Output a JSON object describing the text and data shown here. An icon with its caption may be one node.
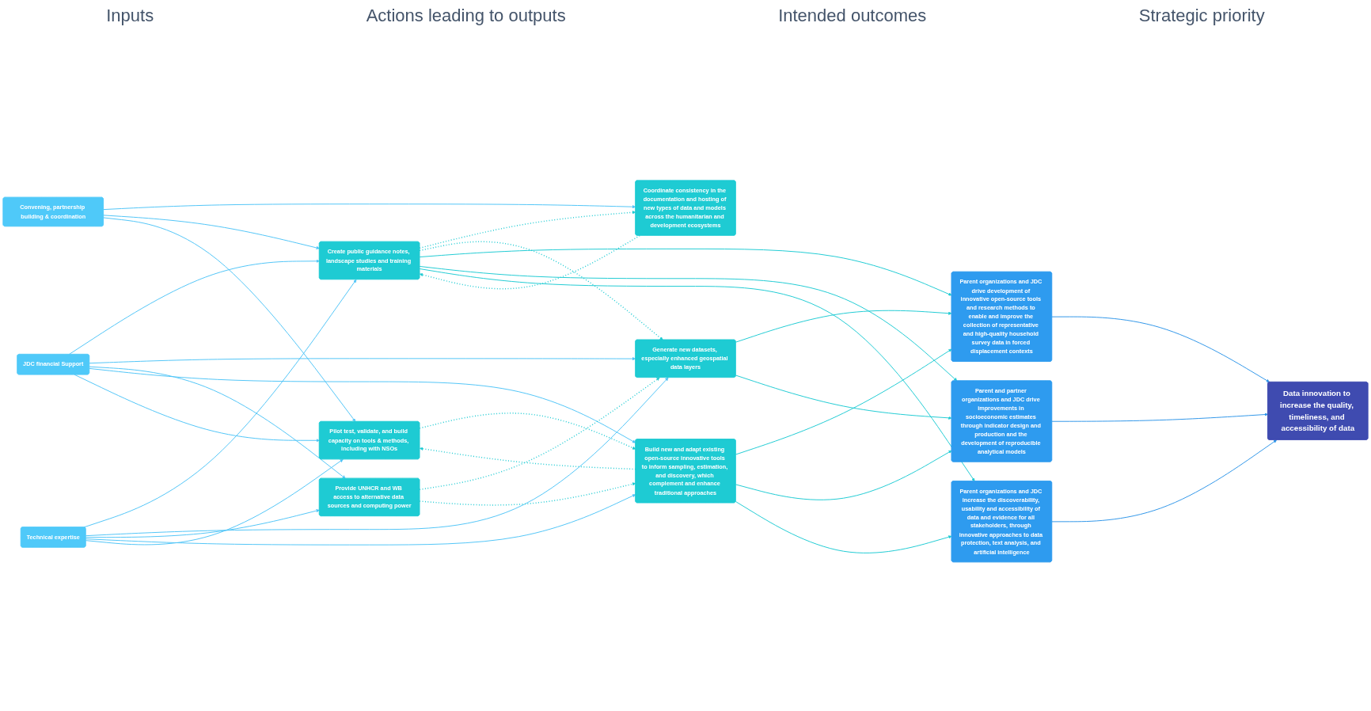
{
  "diagram": {
    "nodes": [
      {
        "text": [
          "Convening, partnership building & coordination"
        ]
      },
      {
        "text": [
          "JDC financial Support"
        ]
      },
      {
        "text": [
          "Technical expertise"
        ]
      },
      {
        "text": [
          "Coordinate consistency in the documentation and hosting of new types of data and models across the humanitarian and development ecosystems"
        ]
      },
      {
        "text": [
          "Create public guidance notes, landscape studies and training materials"
        ]
      },
      {
        "text": [
          "Generate new datasets, especially enhanced geospatial data layers"
        ]
      },
      {
        "text": [
          "Provide UNHCR and WB access to alternative data sources and computing power"
        ]
      },
      {
        "text": [
          "Build new and adapt existing open-source innovative tools to inform sampling, estimation, and discovery, which complement and enhance traditional approaches"
        ]
      },
      {
        "text": [
          "Pilot test, validate, and build capacity on tools & methods, including with NSOs"
        ]
      },
      {
        "text": [
          "Parent organizations and JDC drive development of innovative open-source tools and research methods to enable and improve the collection of representative and high-quality household survey data in forced displacement contexts"
        ]
      },
      {
        "text": [
          "Parent and partner organizations and JDC drive improvements in socioeconomic estimates through indicator design and production and the development of reproducible analytical models"
        ]
      },
      {
        "text": [
          "Parent organizations and JDC increase the discoverability, usability and accessibility of data and evidence for all stakeholders, through innovative approaches to data protection, text analysis, and artificial intelligence"
        ]
      },
      {
        "text": [
          "Data innovation to increase the quality, timeliness, and accessibility of data"
        ]
      }
    ],
    "edges": [
      {
        "from": 0,
        "to": 3,
        "arrow": "to"
      },
      {
        "from": 0,
        "to": 4,
        "arrow": "to"
      },
      {
        "from": 0,
        "to": 8,
        "arrow": "to"
      },
      {
        "from": 1,
        "to": 4,
        "arrow": "to"
      },
      {
        "from": 1,
        "to": 5,
        "arrow": "to"
      },
      {
        "from": 1,
        "to": 6,
        "arrow": "to"
      },
      {
        "from": 1,
        "to": 7,
        "arrow": "to"
      },
      {
        "from": 1,
        "to": 8,
        "arrow": "to"
      },
      {
        "from": 2,
        "to": 4,
        "arrow": "to"
      },
      {
        "from": 2,
        "to": 5,
        "arrow": "to"
      },
      {
        "from": 2,
        "to": 6,
        "arrow": "to"
      },
      {
        "from": 2,
        "to": 7,
        "arrow": "to"
      },
      {
        "from": 2,
        "to": 8,
        "arrow": "to"
      },
      {
        "from": 3,
        "to": 4,
        "arrow": "to",
        "style": "dashed",
        "color": "#1ecbd3"
      },
      {
        "from": 4,
        "to": 3,
        "arrow": "to",
        "style": "dashed",
        "color": "#1ecbd3"
      },
      {
        "from": 4,
        "to": 5,
        "arrow": "to",
        "style": "dashed",
        "color": "#1ecbd3"
      },
      {
        "from": 6,
        "to": 5,
        "arrow": "to",
        "style": "dashed",
        "color": "#1ecbd3"
      },
      {
        "from": 6,
        "to": 7,
        "arrow": "to",
        "style": "dashed",
        "color": "#1ecbd3"
      },
      {
        "from": 7,
        "to": 8,
        "arrow": "to",
        "style": "dashed",
        "color": "#1ecbd3"
      },
      {
        "from": 8,
        "to": 7,
        "arrow": "to",
        "style": "dashed",
        "color": "#1ecbd3"
      },
      {
        "from": 4,
        "to": 9,
        "arrow": "to",
        "color": "#1ecbd3"
      },
      {
        "from": 4,
        "to": 10,
        "arrow": "to",
        "color": "#1ecbd3"
      },
      {
        "from": 4,
        "to": 11,
        "arrow": "to",
        "color": "#1ecbd3"
      },
      {
        "from": 5,
        "to": 9,
        "arrow": "to",
        "color": "#1ecbd3"
      },
      {
        "from": 5,
        "to": 10,
        "arrow": "to",
        "color": "#1ecbd3"
      },
      {
        "from": 7,
        "to": 9,
        "arrow": "to",
        "color": "#1ecbd3"
      },
      {
        "from": 7,
        "to": 10,
        "arrow": "to",
        "color": "#1ecbd3"
      },
      {
        "from": 7,
        "to": 11,
        "arrow": "to",
        "color": "#1ecbd3"
      },
      {
        "from": 9,
        "to": 12,
        "arrow": "to",
        "color": "#2e95e8"
      },
      {
        "from": 10,
        "to": 12,
        "arrow": "to",
        "color": "#2e95e8"
      },
      {
        "from": 11,
        "to": 12,
        "arrow": "to",
        "color": "#2e95e8"
      }
    ],
    "labels": [
      "Inputs",
      "Actions leading to outputs",
      "Intended outcomes",
      "Strategic priority"
    ]
  }
}
